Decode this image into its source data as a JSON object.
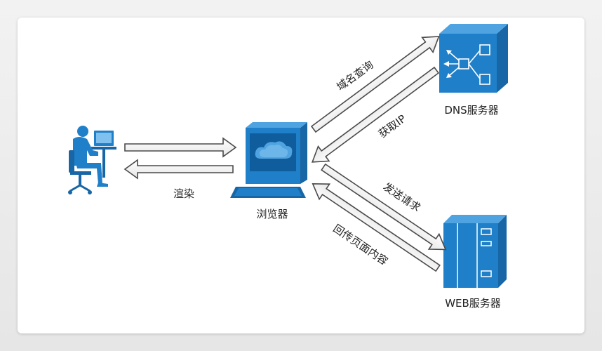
{
  "nodes": {
    "dns": "DNS服务器",
    "web": "WEB服务器",
    "browser": "浏览器"
  },
  "edges": {
    "domain_query": "域名查询",
    "get_ip": "获取IP",
    "send_request": "发送请求",
    "return_page": "回传页面内容",
    "render": "渲染"
  },
  "colors": {
    "primary_blue": "#1f7fc8",
    "dark_blue": "#1866a5",
    "light_blue": "#4fa3e0",
    "arrow_stroke": "#4a4a4a"
  },
  "icons": [
    "user-at-computer-icon",
    "browser-monitor-icon",
    "dns-server-icon",
    "web-server-icon"
  ]
}
